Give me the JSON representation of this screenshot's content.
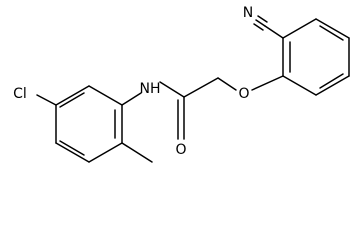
{
  "molecule": {
    "atoms": {
      "chlorine": "Cl",
      "amide_nitrogen": "NH",
      "carbonyl_oxygen": "O",
      "ether_oxygen": "O",
      "nitrile_nitrogen": "N"
    }
  },
  "colors": {
    "bond": "#000000",
    "background": "#ffffff"
  }
}
